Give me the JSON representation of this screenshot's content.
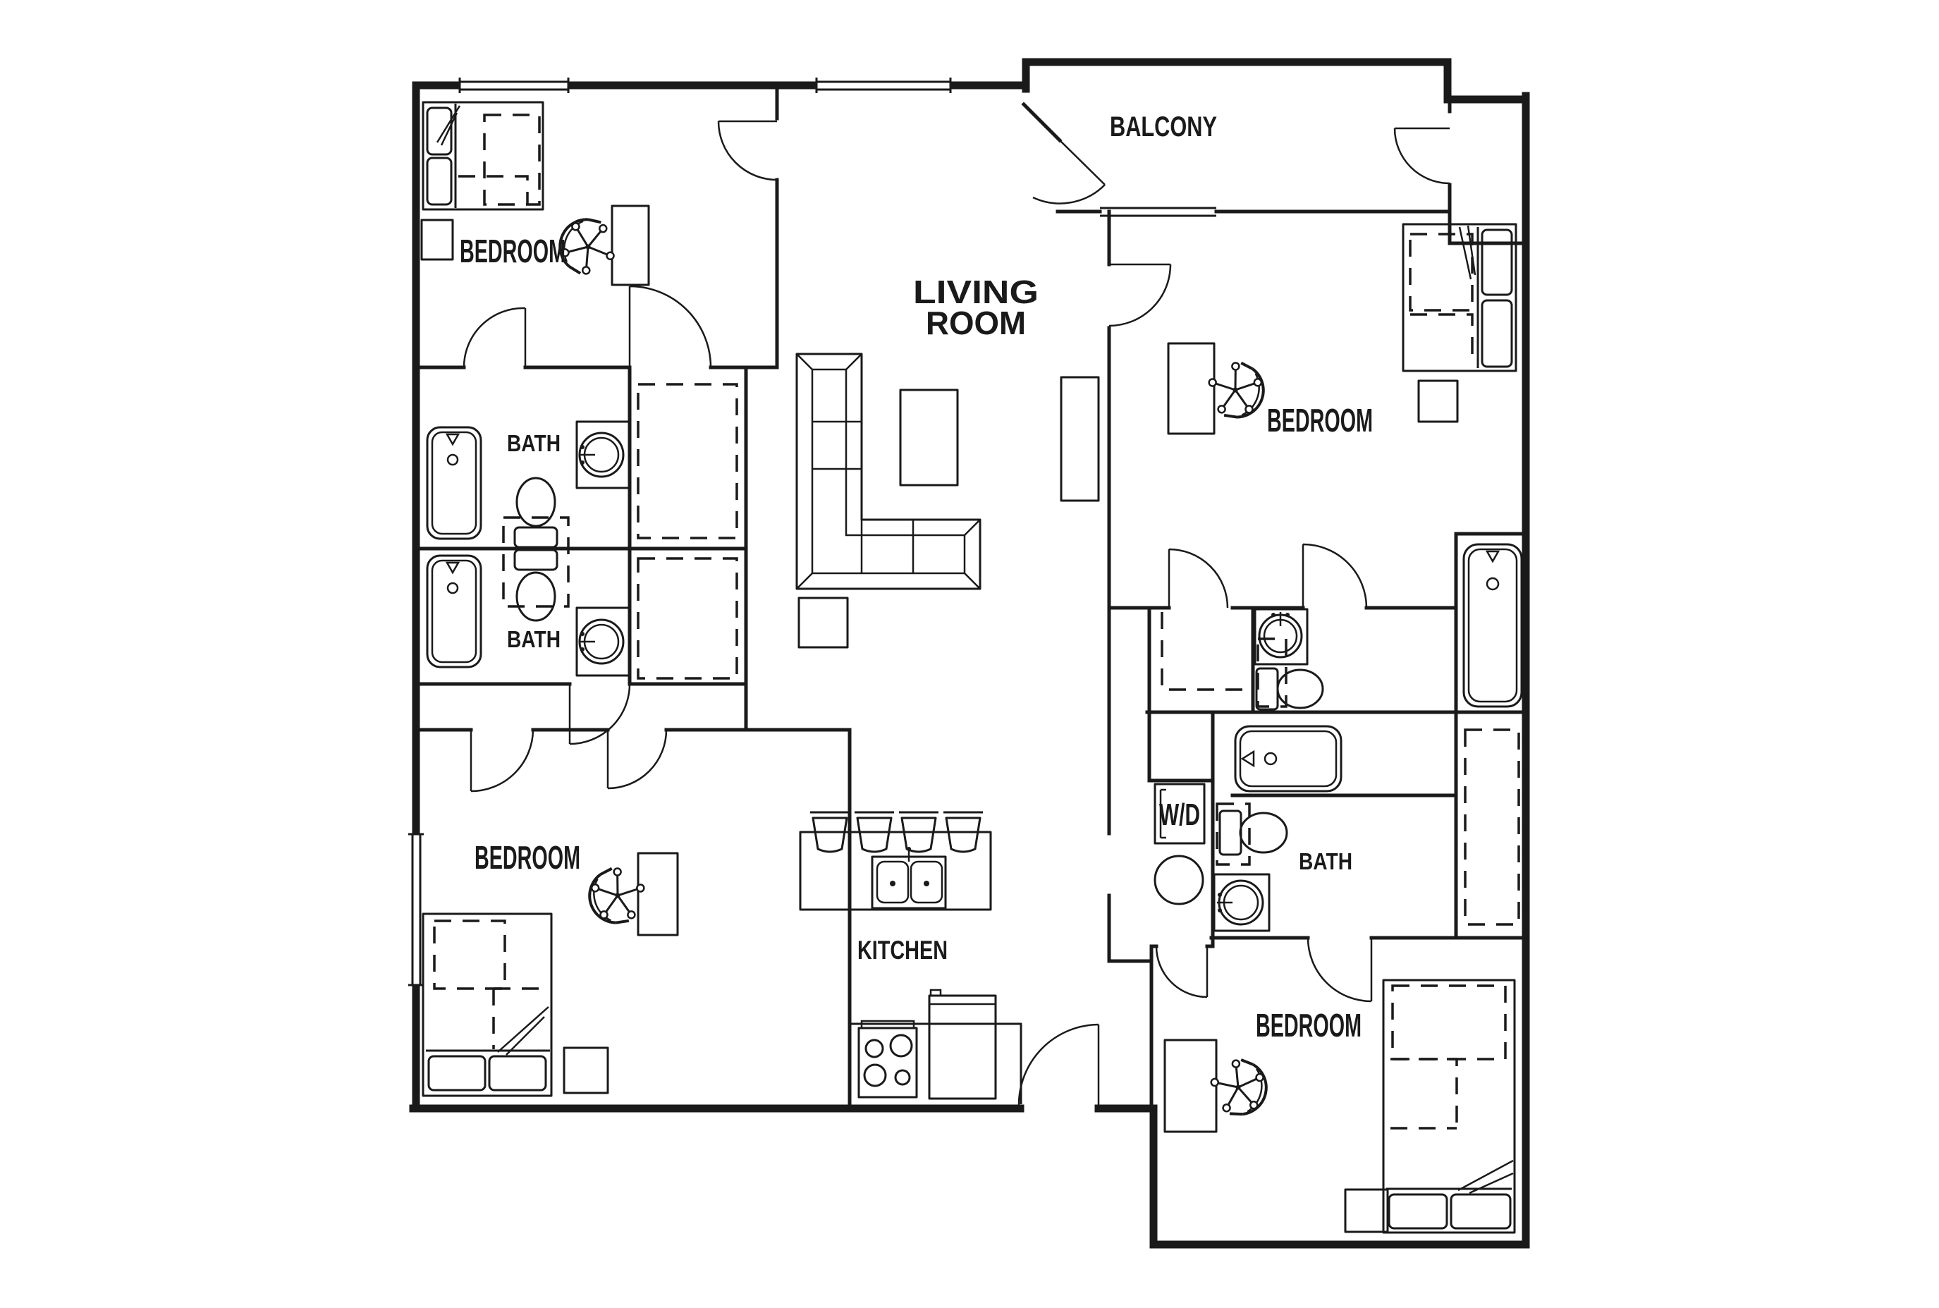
{
  "colors": {
    "line": "#1a1a1a",
    "background": "#ffffff"
  },
  "rooms": {
    "bedroom_top_left": {
      "label": "BEDROOM"
    },
    "bath_upper_left": {
      "label": "BATH"
    },
    "bath_lower_left": {
      "label": "BATH"
    },
    "bedroom_bottom_left": {
      "label": "BEDROOM"
    },
    "living_room": {
      "line1": "LIVING",
      "line2": "ROOM"
    },
    "kitchen": {
      "label": "KITCHEN"
    },
    "balcony": {
      "label": "BALCONY"
    },
    "bedroom_top_right": {
      "label": "BEDROOM"
    },
    "bath_right": {
      "label": "BATH"
    },
    "bedroom_bottom_right": {
      "label": "BEDROOM"
    },
    "laundry": {
      "label": "W/D"
    }
  }
}
